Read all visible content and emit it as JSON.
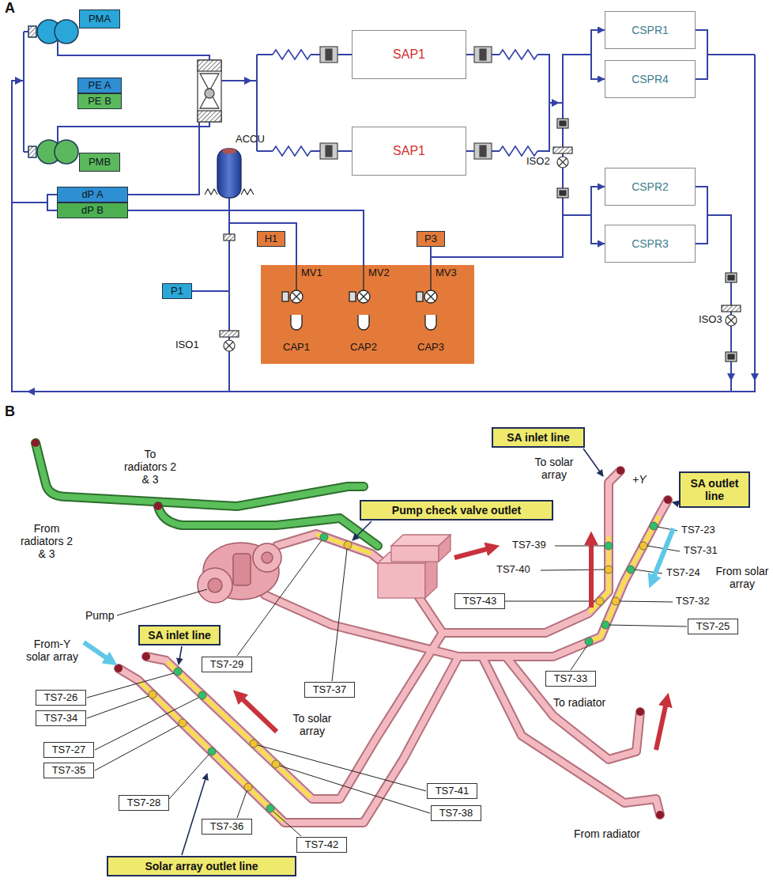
{
  "diagram": {
    "nodes": [
      {
        "text": [
          "PMA"
        ]
      },
      {
        "text": [
          "PE A"
        ]
      },
      {
        "text": [
          "PE B"
        ]
      },
      {
        "text": [
          "PMB"
        ]
      },
      {
        "text": [
          "SAP1"
        ]
      },
      {
        "text": [
          "SAP1"
        ]
      },
      {
        "text": [
          "CSPR1"
        ]
      },
      {
        "text": [
          "CSPR4"
        ]
      },
      {
        "text": [
          "CSPR2"
        ]
      },
      {
        "text": [
          "CSPR3"
        ]
      },
      {
        "text": [
          "dP A"
        ]
      },
      {
        "text": [
          "dP B"
        ]
      },
      {
        "text": [
          "H1"
        ]
      },
      {
        "text": [
          "P1"
        ]
      },
      {
        "text": [
          "P3"
        ]
      },
      {
        "text": [
          "SA inlet line"
        ]
      },
      {
        "text": [
          "SA outlet line"
        ]
      },
      {
        "text": [
          "Pump check valve outlet"
        ]
      },
      {
        "text": [
          "TS7-43"
        ]
      },
      {
        "text": [
          "TS7-33"
        ]
      },
      {
        "text": [
          "TS7-25"
        ]
      },
      {
        "text": [
          "SA inlet line"
        ]
      },
      {
        "text": [
          "TS7-29"
        ]
      },
      {
        "text": [
          "TS7-37"
        ]
      },
      {
        "text": [
          "TS7-26"
        ]
      },
      {
        "text": [
          "TS7-34"
        ]
      },
      {
        "text": [
          "TS7-27"
        ]
      },
      {
        "text": [
          "TS7-35"
        ]
      },
      {
        "text": [
          "TS7-28"
        ]
      },
      {
        "text": [
          "TS7-36"
        ]
      },
      {
        "text": [
          "TS7-41"
        ]
      },
      {
        "text": [
          "TS7-38"
        ]
      },
      {
        "text": [
          "TS7-42"
        ]
      },
      {
        "text": [
          "Solar array outlet line"
        ]
      }
    ],
    "edges": [
      {
        "from": 4,
        "to": 6,
        "arrow": "to"
      },
      {
        "from": 4,
        "to": 7,
        "arrow": "to"
      },
      {
        "from": 4,
        "to": 8,
        "arrow": "to"
      },
      {
        "from": 4,
        "to": 9,
        "arrow": "to"
      },
      {
        "from": 5,
        "to": 6,
        "arrow": "to"
      },
      {
        "from": 5,
        "to": 7,
        "arrow": "to"
      },
      {
        "from": 5,
        "to": 8,
        "arrow": "to"
      },
      {
        "from": 5,
        "to": 9,
        "arrow": "to"
      }
    ],
    "labels": [
      "A",
      "ACCU",
      "MV1",
      "MV2",
      "MV3",
      "CAP1",
      "CAP2",
      "CAP3",
      "ISO1",
      "ISO2",
      "ISO3",
      "B",
      "To radiators 2 & 3",
      "From radiators 2 & 3",
      "To solar array",
      "+Y",
      "TS7-23",
      "TS7-39",
      "TS7-31",
      "TS7-40",
      "TS7-24",
      "From solar array",
      "TS7-32",
      "Pump",
      "From-Y solar array",
      "To solar array",
      "To radiator",
      "From radiator"
    ]
  }
}
